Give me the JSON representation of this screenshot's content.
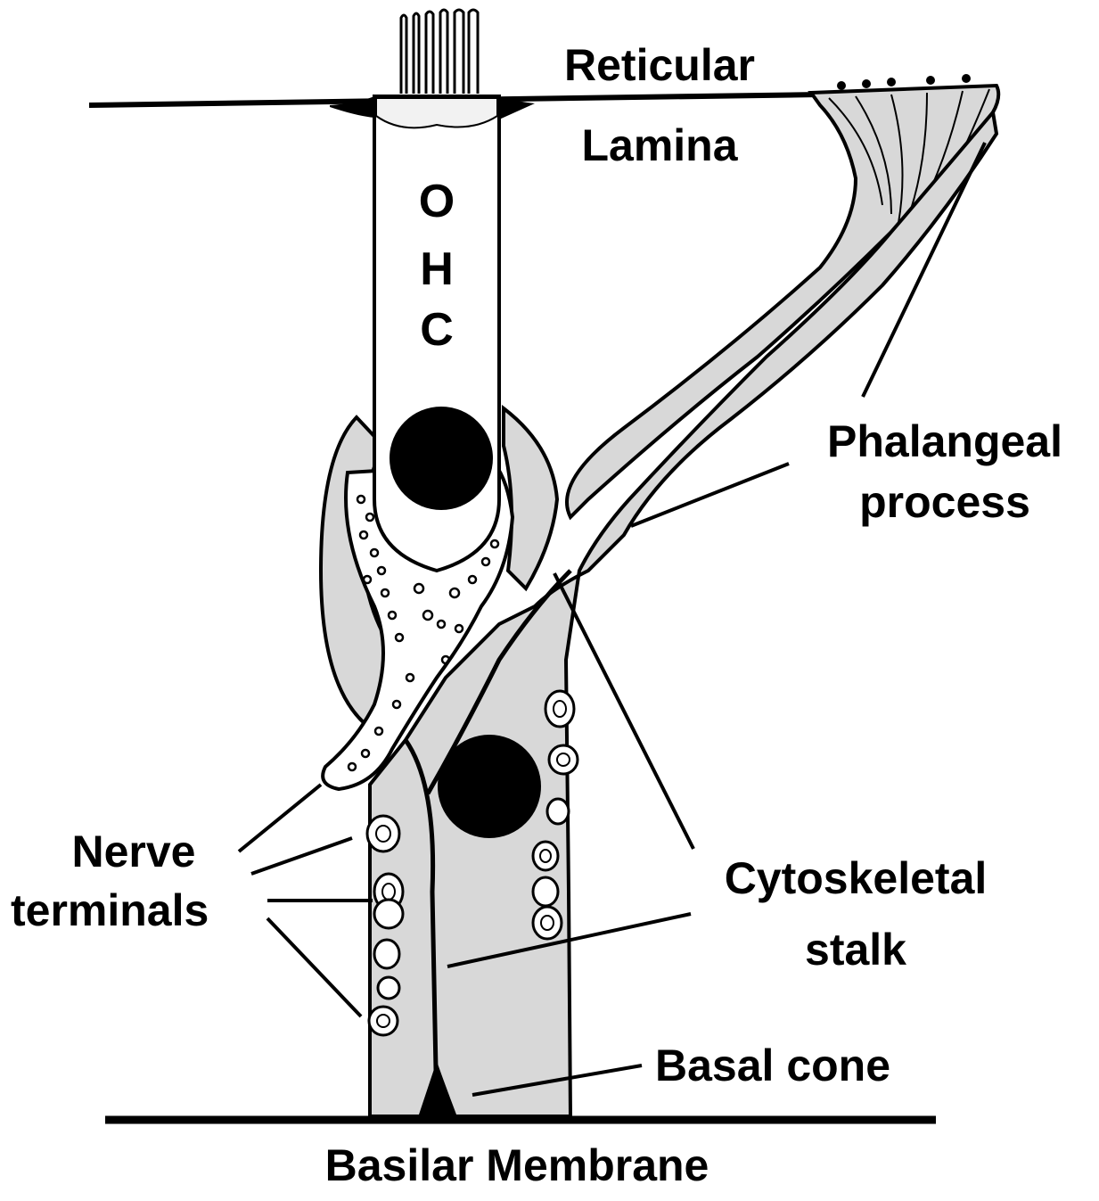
{
  "figure": {
    "colors": {
      "fill": "#d8d8d8",
      "ink": "#000000",
      "background": "#ffffff"
    },
    "labels": {
      "reticular_line1": "Reticular",
      "reticular_line2": "Lamina",
      "ohc_o": "O",
      "ohc_h": "H",
      "ohc_c": "C",
      "phalangeal_line1": "Phalangeal",
      "phalangeal_line2": "process",
      "nerve_line1": "Nerve",
      "nerve_line2": "terminals",
      "cytoskeletal_line1": "Cytoskeletal",
      "cytoskeletal_line2": "stalk",
      "basal_cone": "Basal cone",
      "basilar_membrane": "Basilar Membrane"
    }
  }
}
